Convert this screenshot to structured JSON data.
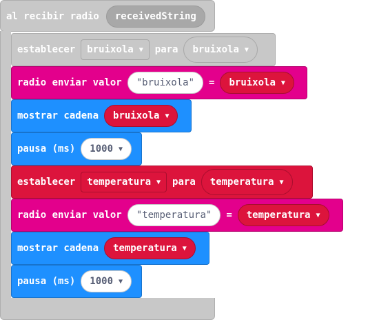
{
  "event": {
    "label": "al recibir radio",
    "param": "receivedString"
  },
  "blocks": [
    {
      "label": "establecer",
      "dropdown": "bruixola",
      "connector": "para",
      "value": "bruixola"
    },
    {
      "label": "radio enviar valor",
      "key": "bruixola",
      "connector": "=",
      "value": "bruixola"
    },
    {
      "label": "mostrar cadena",
      "value": "bruixola"
    },
    {
      "label": "pausa (ms)",
      "value": "1000"
    },
    {
      "label": "establecer",
      "dropdown": "temperatura",
      "connector": "para",
      "value": "temperatura"
    },
    {
      "label": "radio enviar valor",
      "key": "temperatura",
      "connector": "=",
      "value": "temperatura"
    },
    {
      "label": "mostrar cadena",
      "value": "temperatura"
    },
    {
      "label": "pausa (ms)",
      "value": "1000"
    }
  ],
  "colors": {
    "event_gray": "#c8c8c8",
    "radio_pink": "#e3008c",
    "basic_blue": "#1e90ff",
    "variables_red": "#dc143c"
  },
  "icons": {
    "dropdown": "▼"
  }
}
